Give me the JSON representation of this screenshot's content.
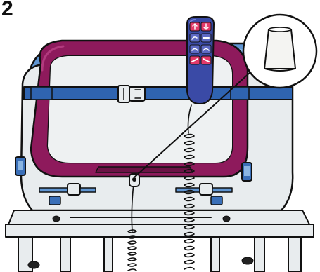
{
  "step_number": "2",
  "colors": {
    "frame": "#8e1a5c",
    "frame_dark": "#6b1245",
    "strap": "#2f64b0",
    "bed_blue": "#5f95d2",
    "body": "#e8ecee",
    "outline": "#111111",
    "remote": "#3a4aa6",
    "remote_button": "#e23a6a",
    "cap": "#f4f4f2"
  },
  "icons": [
    "hand-control-remote",
    "cord-plug",
    "coiled-cable",
    "buckle-icon",
    "zoom-callout-cap"
  ]
}
